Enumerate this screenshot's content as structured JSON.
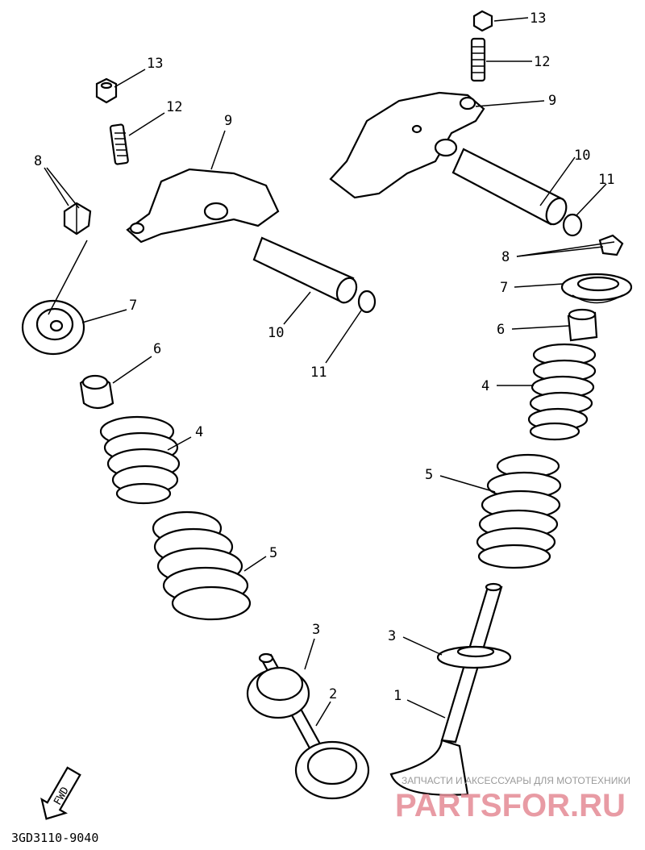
{
  "diagram": {
    "title_code": "3GD3110-9040",
    "fwd_label": "FWD",
    "left_labels": {
      "nut": "13",
      "stud": "12",
      "rocker_arm": "9",
      "keeper": "8",
      "retainer": "7",
      "shaft": "10",
      "oring": "11",
      "seal": "6",
      "spring_inner": "4",
      "spring_outer": "5",
      "seat": "3",
      "valve": "2"
    },
    "right_labels": {
      "nut": "13",
      "stud": "12",
      "rocker_arm": "9",
      "shaft": "10",
      "oring": "11",
      "keeper": "8",
      "retainer": "7",
      "seal": "6",
      "spring_inner": "4",
      "spring_outer": "5",
      "seat": "3",
      "valve": "1"
    }
  },
  "watermark": {
    "tagline": "ЗАПЧАСТИ И АКСЕССУАРЫ ДЛЯ МОТОТЕХНИКИ",
    "brand": "PARTSFOR.RU"
  }
}
